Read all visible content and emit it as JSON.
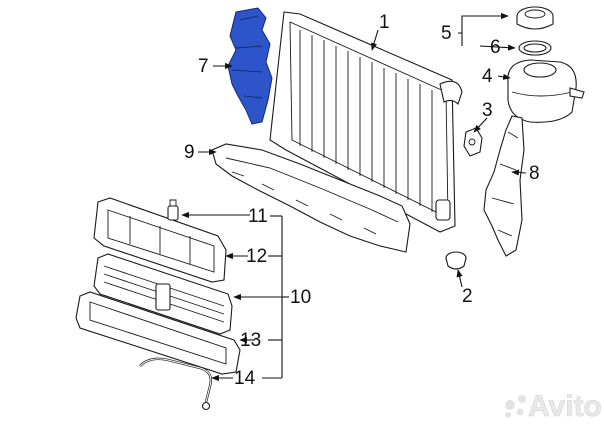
{
  "diagram": {
    "colors": {
      "highlight": "#2d55c9",
      "line": "#1a1a1a",
      "watermark": "#e3e3e3"
    },
    "callouts": [
      "1",
      "2",
      "3",
      "4",
      "5",
      "6",
      "7",
      "8",
      "9",
      "10",
      "11",
      "12",
      "13",
      "14"
    ],
    "watermark": "Avito"
  }
}
